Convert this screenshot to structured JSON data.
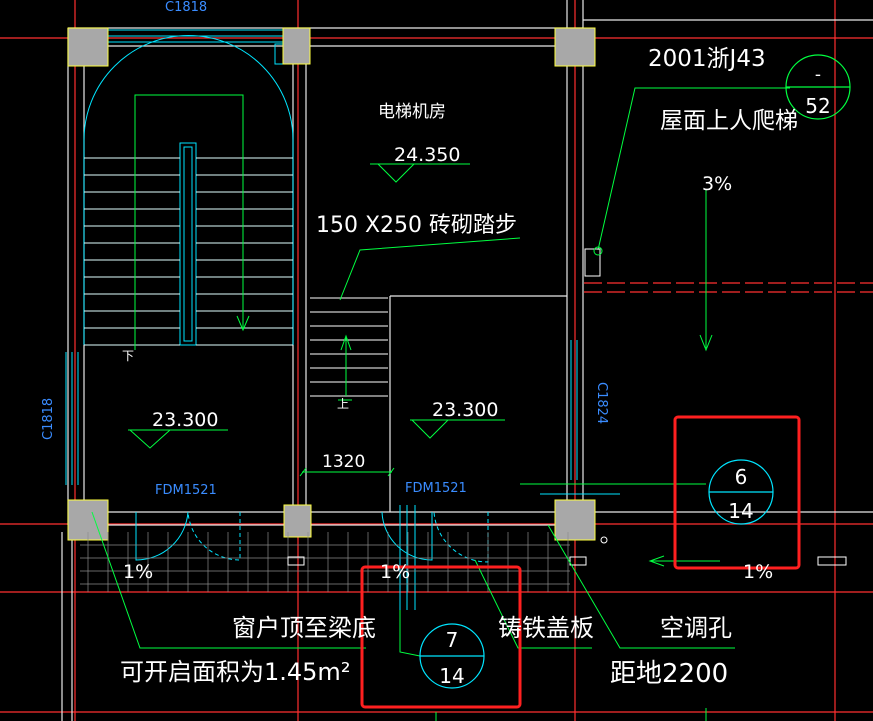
{
  "drawing": {
    "colors": {
      "background": "#000000",
      "wall": "#ffffff",
      "axis": "#ff3030",
      "window": "#00e5ff",
      "leader": "#00ff40",
      "column": "#a8a8a8",
      "highlight": "#ff2020",
      "blue_text": "#3a8cff",
      "yellow": "#ffff40"
    },
    "labels": {
      "window_top": "C1818",
      "window_left": "C1818",
      "window_right": "C1824",
      "elevator_room": "电梯机房",
      "elev_24350": "24.350",
      "brick_steps": "150 X250 砖砌踏步",
      "standard": "2001浙J43",
      "roof_ladder": "屋面上人爬梯",
      "slope_3": "3%",
      "elev_left": "23.300",
      "elev_mid": "23.300",
      "dim_1320": "1320",
      "door_left": "FDM1521",
      "door_mid": "FDM1521",
      "slope_left": "1%",
      "slope_mid": "1%",
      "slope_right": "1%",
      "down_mark": "下",
      "up_mark": "上",
      "window_note_1": "窗户顶至梁底",
      "window_note_2": "可开启面积为1.45m²",
      "cast_iron": "铸铁盖板",
      "ac_hole": "空调孔",
      "ac_height": "距地2200"
    },
    "detail_refs": [
      {
        "top": "-",
        "bottom": "52"
      },
      {
        "top": "6",
        "bottom": "14"
      },
      {
        "top": "7",
        "bottom": "14"
      }
    ]
  }
}
